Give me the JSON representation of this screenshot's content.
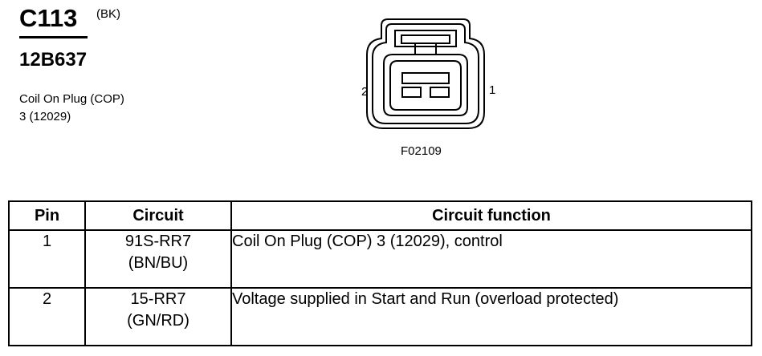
{
  "header": {
    "connector_id": "C113",
    "connector_color": "(BK)",
    "part_number": "12B637",
    "description_line1": "Coil On Plug (COP)",
    "description_line2": "3 (12029)"
  },
  "diagram": {
    "pin_left": "2",
    "pin_right": "1",
    "figure_id": "F02109"
  },
  "table": {
    "headers": [
      "Pin",
      "Circuit",
      "Circuit function"
    ],
    "rows": [
      {
        "pin": "1",
        "circuit": "91S-RR7",
        "wire_color": "(BN/BU)",
        "function": "Coil On Plug (COP) 3 (12029), control"
      },
      {
        "pin": "2",
        "circuit": "15-RR7",
        "wire_color": "(GN/RD)",
        "function": "Voltage supplied in Start and Run (overload protected)"
      }
    ]
  }
}
